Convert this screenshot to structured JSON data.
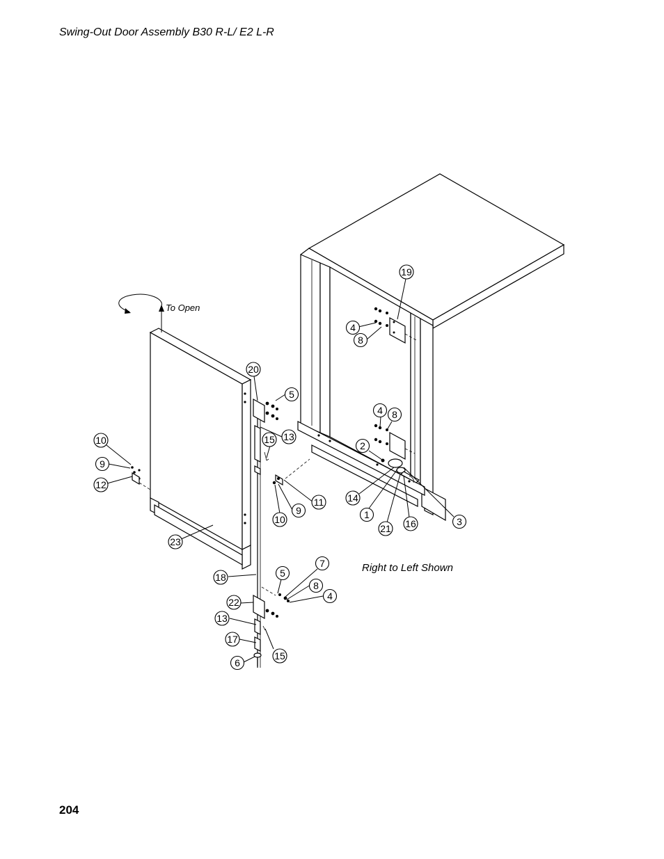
{
  "page": {
    "title": "Swing-Out Door Assembly B30 R-L/ E2 L-R",
    "page_number": "204"
  },
  "annotations": {
    "to_open": "To Open",
    "caption": "Right to Left Shown"
  },
  "callouts": [
    {
      "id": "c19",
      "label": "19"
    },
    {
      "id": "c4a",
      "label": "4"
    },
    {
      "id": "c8a",
      "label": "8"
    },
    {
      "id": "c4b",
      "label": "4"
    },
    {
      "id": "c8b",
      "label": "8"
    },
    {
      "id": "c2",
      "label": "2"
    },
    {
      "id": "c14",
      "label": "14"
    },
    {
      "id": "c1",
      "label": "1"
    },
    {
      "id": "c21",
      "label": "21"
    },
    {
      "id": "c16",
      "label": "16"
    },
    {
      "id": "c3",
      "label": "3"
    },
    {
      "id": "c20",
      "label": "20"
    },
    {
      "id": "c5a",
      "label": "5"
    },
    {
      "id": "c13a",
      "label": "13"
    },
    {
      "id": "c15a",
      "label": "15"
    },
    {
      "id": "c10a",
      "label": "10"
    },
    {
      "id": "c9a",
      "label": "9"
    },
    {
      "id": "c12",
      "label": "12"
    },
    {
      "id": "c11",
      "label": "11"
    },
    {
      "id": "c9b",
      "label": "9"
    },
    {
      "id": "c10b",
      "label": "10"
    },
    {
      "id": "c23",
      "label": "23"
    },
    {
      "id": "c18",
      "label": "18"
    },
    {
      "id": "c5b",
      "label": "5"
    },
    {
      "id": "c7",
      "label": "7"
    },
    {
      "id": "c8c",
      "label": "8"
    },
    {
      "id": "c4c",
      "label": "4"
    },
    {
      "id": "c22",
      "label": "22"
    },
    {
      "id": "c13b",
      "label": "13"
    },
    {
      "id": "c17",
      "label": "17"
    },
    {
      "id": "c15b",
      "label": "15"
    },
    {
      "id": "c6",
      "label": "6"
    }
  ]
}
